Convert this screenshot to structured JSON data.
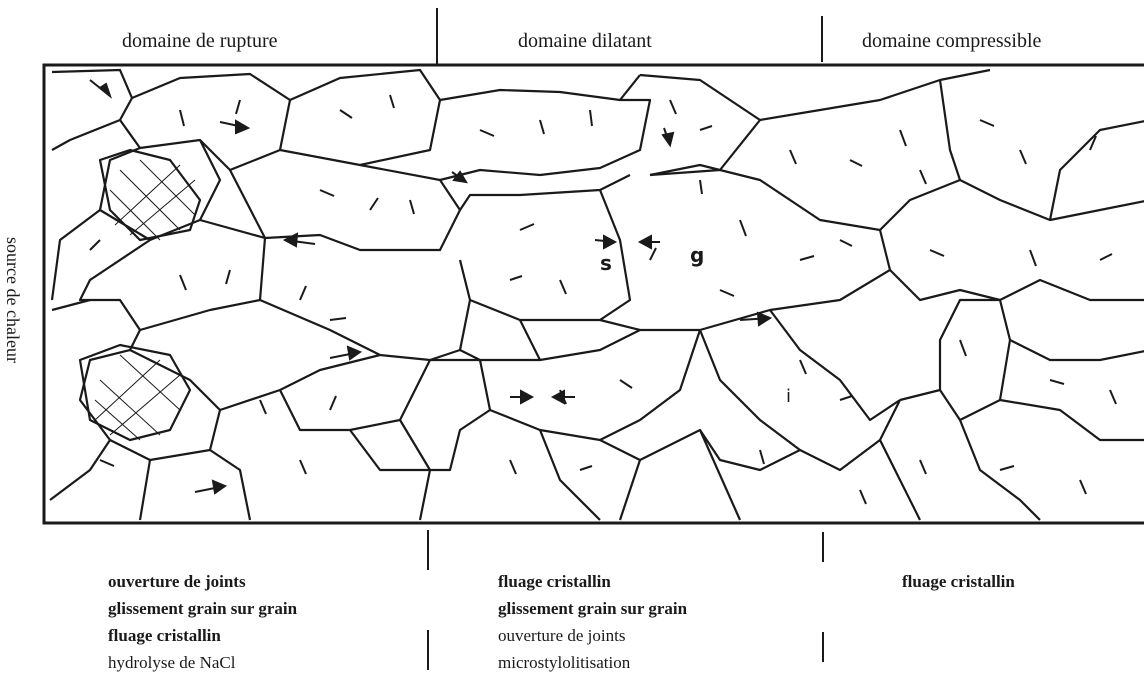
{
  "domains": {
    "rupture": "domaine de rupture",
    "dilatant": "domaine dilatant",
    "compressible": "domaine compressible"
  },
  "side_label": "source de chaleur",
  "markers": {
    "s": "s",
    "g": "g",
    "i": "i"
  },
  "mechanisms": {
    "rupture": [
      {
        "text": "ouverture de joints",
        "bold": true
      },
      {
        "text": "glissement grain sur grain",
        "bold": true
      },
      {
        "text": "fluage cristallin",
        "bold": true
      },
      {
        "text": "hydrolyse de NaCl",
        "bold": false
      }
    ],
    "dilatant": [
      {
        "text": "fluage cristallin",
        "bold": true
      },
      {
        "text": "glissement grain sur grain",
        "bold": true
      },
      {
        "text": "ouverture de joints",
        "bold": false
      },
      {
        "text": "microstylolitisation",
        "bold": false
      }
    ],
    "compressible": [
      {
        "text": "fluage cristallin",
        "bold": true
      }
    ]
  }
}
